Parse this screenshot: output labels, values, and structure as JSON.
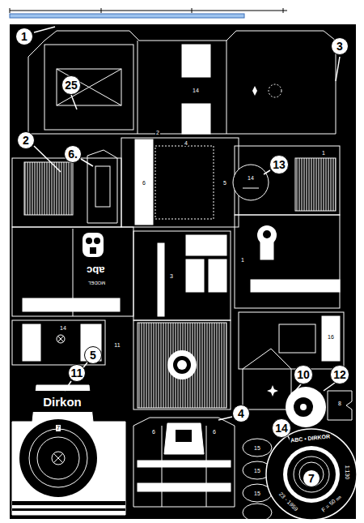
{
  "diagram": {
    "nodes": [
      {
        "text": [
          "1"
        ]
      },
      {
        "text": [
          "3"
        ]
      },
      {
        "text": [
          "25"
        ]
      },
      {
        "text": [
          "2"
        ]
      },
      {
        "text": [
          "6."
        ]
      },
      {
        "text": [
          "13"
        ]
      },
      {
        "text": [
          "5"
        ]
      },
      {
        "text": [
          "11"
        ]
      },
      {
        "text": [
          "10"
        ]
      },
      {
        "text": [
          "12"
        ]
      },
      {
        "text": [
          "4"
        ]
      },
      {
        "text": [
          "14"
        ]
      },
      {
        "text": [
          "7"
        ]
      }
    ],
    "labels": [
      "Dirkon",
      "abc",
      "MODEL",
      "ABC • DIRKOR",
      "1:130",
      "F = 50 ㎜",
      "23 - 1959",
      "14",
      "2",
      "4",
      "6",
      "5",
      "1",
      "14",
      "3",
      "1",
      "16",
      "11",
      "7",
      "6",
      "6",
      "15",
      "15",
      "15",
      "8",
      "14"
    ]
  }
}
